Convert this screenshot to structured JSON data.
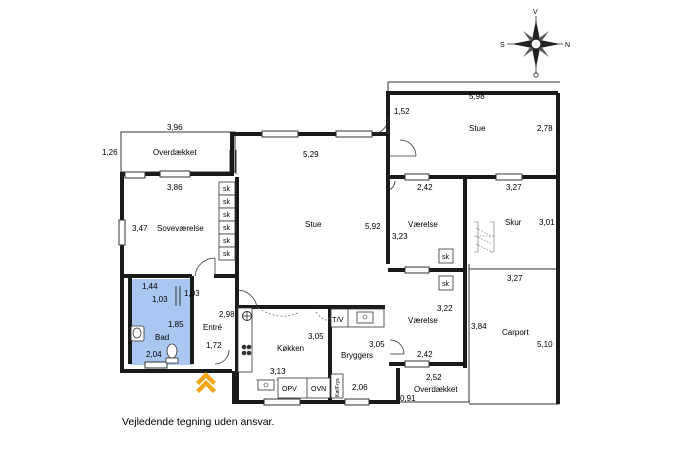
{
  "disclaimer": "Vejledende tegning uden ansvar.",
  "compass": {
    "north": "N",
    "south": "S",
    "east": "V"
  },
  "colors": {
    "wall": "#1a1a1a",
    "bathroom": "#a9c7f0",
    "entrance_arrow": "#f2a516",
    "line": "#333333"
  },
  "rooms": {
    "overdaekket_left": "Overdækket",
    "sovevaerelse": "Soveværelse",
    "stue_main": "Stue",
    "stue_upper": "Stue",
    "vaerelse_upper": "Værelse",
    "skur": "Skur",
    "bad": "Bad",
    "entre": "Entré",
    "koekken": "Køkken",
    "bryggers": "Bryggers",
    "vaerelse_lower": "Værelse",
    "carport": "Carport",
    "overdaekket_bottom": "Overdækket"
  },
  "fixtures": {
    "sk": "sk",
    "tv": "T/V",
    "opv": "OPV",
    "ovn": "OVN",
    "koeleskab": "Køl/Frys"
  },
  "dimensions": {
    "d_396": "3,96",
    "d_126": "1,26",
    "d_386": "3,86",
    "d_347": "3,47",
    "d_598": "5,98",
    "d_152": "1,52",
    "d_278": "2,78",
    "d_529": "5,29",
    "d_592": "5,92",
    "d_242a": "2,42",
    "d_323": "3,23",
    "d_327a": "3,27",
    "d_301": "3,01",
    "d_327b": "3,27",
    "d_322": "3,22",
    "d_384": "3,84",
    "d_510": "5,10",
    "d_144": "1,44",
    "d_103a": "1,03",
    "d_103b": "1,03",
    "d_185": "1,85",
    "d_204": "2,04",
    "d_172": "1,72",
    "d_298": "2,98",
    "d_305a": "3,05",
    "d_305b": "3,05",
    "d_313": "3,13",
    "d_242b": "2,42",
    "d_252": "2,52",
    "d_206": "2,06",
    "d_091": "0,91"
  }
}
